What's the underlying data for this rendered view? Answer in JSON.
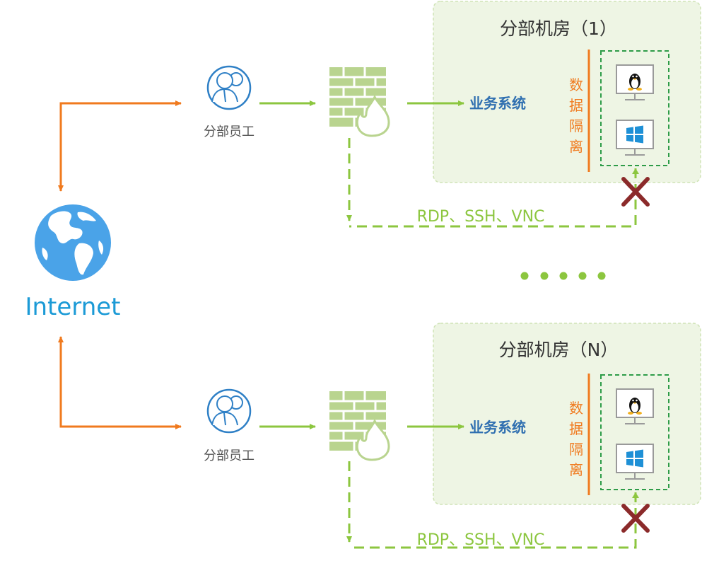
{
  "internet": {
    "label": "Internet"
  },
  "colors": {
    "orange": "#f07a1e",
    "green": "#8cc63f",
    "dark_green": "#2e9c48",
    "blue": "#2f80c6",
    "globe": "#4aa3e8",
    "red_x": "#8b2a2a",
    "panel_fill": "#eef5e4",
    "panel_border": "#cfe3b6"
  },
  "branches": [
    {
      "room_title": "分部机房（1）",
      "staff_label": "分部员工",
      "system_label": "业务系统",
      "isolation_chars": [
        "数",
        "据",
        "隔",
        "离"
      ],
      "protocol_label": "RDP、SSH、VNC",
      "os_icons": [
        "linux-icon",
        "windows-icon"
      ]
    },
    {
      "room_title": "分部机房（N）",
      "staff_label": "分部员工",
      "system_label": "业务系统",
      "isolation_chars": [
        "数",
        "据",
        "隔",
        "离"
      ],
      "protocol_label": "RDP、SSH、VNC",
      "os_icons": [
        "linux-icon",
        "windows-icon"
      ]
    }
  ],
  "ellipsis": {
    "dot_count": 5
  }
}
